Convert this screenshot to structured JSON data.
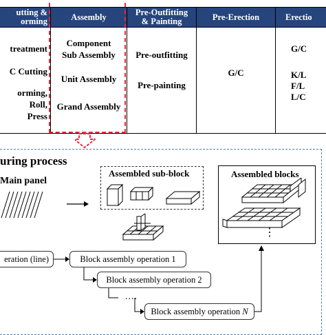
{
  "table": {
    "headers": [
      "utting &\norming",
      "Assembly",
      "Pre-Outfitting\n& Painting",
      "Pre-Erection",
      "Erectio"
    ],
    "col0": [
      "treatment",
      "C Cutting",
      "orming,",
      "Roll,",
      "Press"
    ],
    "col1": [
      "Component",
      "Sub Assembly",
      "Unit Assembly",
      "Grand Assembly"
    ],
    "col2": [
      "Pre-outfitting",
      "Pre-painting"
    ],
    "col3": [
      "G/C"
    ],
    "col4": [
      "G/C",
      "K/L",
      "F/L",
      "L/C"
    ]
  },
  "process": {
    "title": "uring process",
    "main_panel_label": "Main panel",
    "subblock_label": "Assembled sub-block",
    "blocks_label": "Assembled blocks",
    "ellipsis_vertical": "⋮",
    "ellipsis_h": "....",
    "ops": {
      "op0": "eration (line)",
      "op1": "Block assembly operation 1",
      "op2": "Block assembly operation 2",
      "opN_prefix": "Block assembly operation ",
      "opN_suffix": "N"
    }
  },
  "colors": {
    "header_bg": "#26457d",
    "highlight": "#e8283a",
    "panel_border": "#4a7cb8"
  }
}
